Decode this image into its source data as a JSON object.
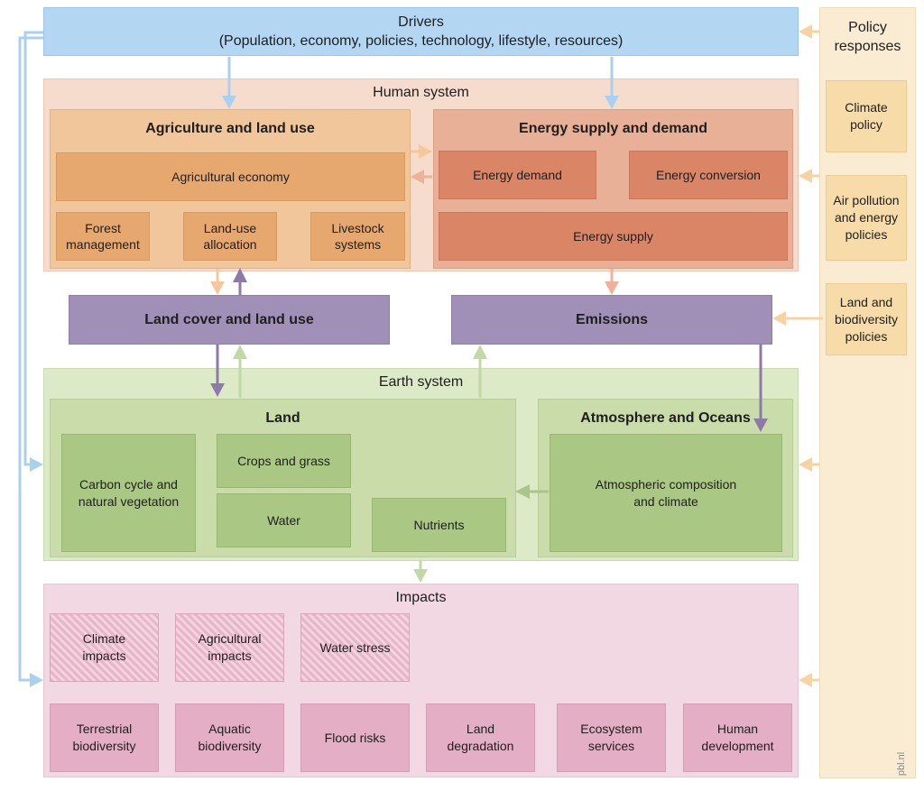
{
  "drivers": {
    "title": "Drivers",
    "subtitle": "(Population, economy, policies, technology, lifestyle, resources)"
  },
  "policy": {
    "title_line1": "Policy",
    "title_line2": "responses",
    "items": [
      {
        "line1": "Climate",
        "line2": "policy",
        "line3": ""
      },
      {
        "line1": "Air pollution",
        "line2": "and energy",
        "line3": "policies"
      },
      {
        "line1": "Land and",
        "line2": "biodiversity",
        "line3": "policies"
      }
    ]
  },
  "human_system": {
    "title": "Human system",
    "agriculture": {
      "title": "Agriculture and land use",
      "economy": "Agricultural economy",
      "forest": {
        "line1": "Forest",
        "line2": "management"
      },
      "landuse": {
        "line1": "Land-use",
        "line2": "allocation"
      },
      "livestock": {
        "line1": "Livestock",
        "line2": "systems"
      }
    },
    "energy": {
      "title": "Energy supply and demand",
      "demand": "Energy demand",
      "conversion": "Energy conversion",
      "supply": "Energy supply"
    }
  },
  "land_cover": "Land cover and land use",
  "emissions": "Emissions",
  "earth_system": {
    "title": "Earth system",
    "land": {
      "title": "Land",
      "carbon": {
        "line1": "Carbon cycle and",
        "line2": "natural vegetation"
      },
      "crops": "Crops and grass",
      "water": "Water",
      "nutrients": "Nutrients"
    },
    "atmosphere": {
      "title": "Atmosphere and Oceans",
      "composition": {
        "line1": "Atmospheric composition",
        "line2": "and climate"
      }
    }
  },
  "impacts": {
    "title": "Impacts",
    "hatched": [
      {
        "line1": "Climate",
        "line2": "impacts"
      },
      {
        "line1": "Agricultural",
        "line2": "impacts"
      },
      {
        "line1": "Water stress",
        "line2": ""
      }
    ],
    "solid": [
      {
        "line1": "Terrestrial",
        "line2": "biodiversity"
      },
      {
        "line1": "Aquatic",
        "line2": "biodiversity"
      },
      {
        "line1": "Flood risks",
        "line2": ""
      },
      {
        "line1": "Land",
        "line2": "degradation"
      },
      {
        "line1": "Ecosystem",
        "line2": "services"
      },
      {
        "line1": "Human",
        "line2": "development"
      }
    ]
  },
  "credit": "pbl.nl",
  "colors": {
    "drivers_arrow": "#a9d0f0",
    "policy_arrow": "#f7d3a2",
    "human_arrow": "#eeb19a",
    "purple_arrow": "#8d7aa8",
    "green_arrow": "#c1daa5"
  }
}
